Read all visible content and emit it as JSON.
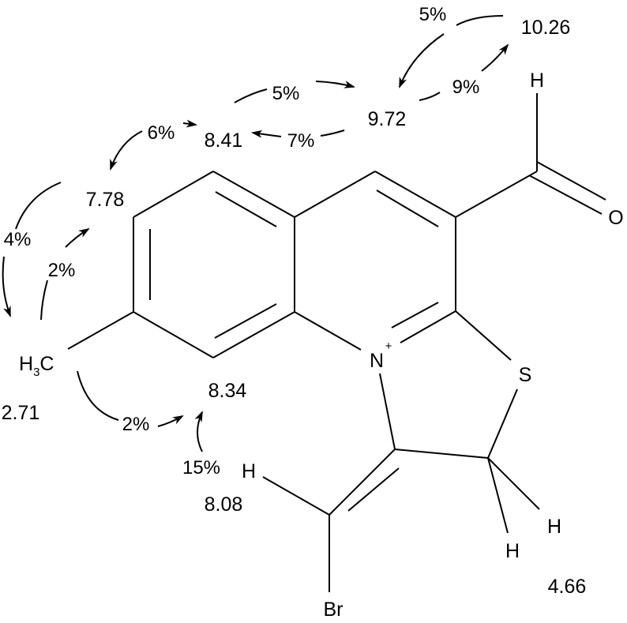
{
  "atoms": {
    "aldehyde_h": "H",
    "oxygen": "O",
    "methyl_h": "H",
    "methyl_sub": "3",
    "methyl_c": "C",
    "nitrogen": "N",
    "charge": "+",
    "sulfur": "S",
    "vinyl_h": "H",
    "bromine": "Br",
    "ch2_h1": "H",
    "ch2_h2": "H"
  },
  "shifts": {
    "aldehyde": "10.26",
    "h4": "9.72",
    "h5": "8.41",
    "h6": "7.78",
    "methyl": "2.71",
    "h8": "8.34",
    "vinyl": "8.08",
    "ch2": "4.66"
  },
  "noe": {
    "aldehyde_to_h4": "5%",
    "h4_to_aldehyde": "9%",
    "h5_to_h4": "5%",
    "h4_to_h5": "7%",
    "h5_to_h6": "6%",
    "h6_to_methyl": "4%",
    "methyl_to_h6": "2%",
    "methyl_to_h8": "2%",
    "vinyl_to_h8": "15%"
  },
  "colors": {
    "ink": "#000000",
    "background": "#ffffff"
  }
}
